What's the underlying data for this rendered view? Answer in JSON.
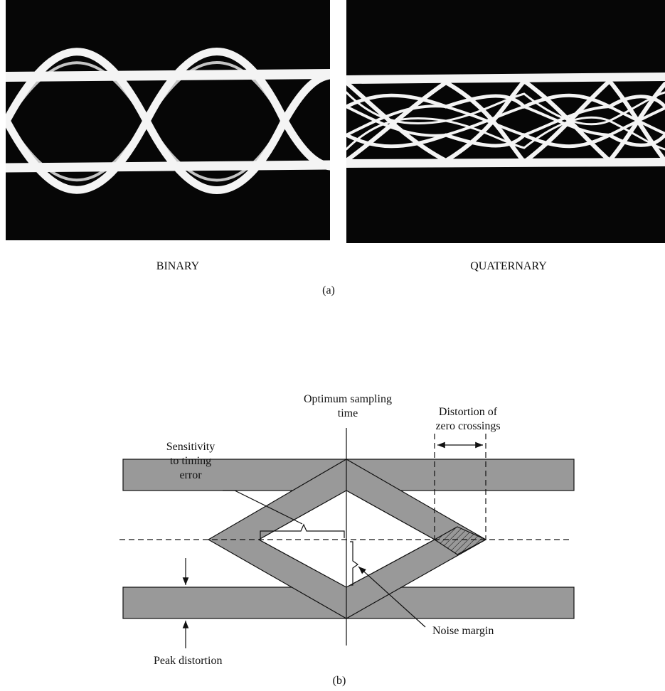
{
  "part_a": {
    "left_label": "BINARY",
    "right_label": "QUATERNARY",
    "sublabel": "(a)"
  },
  "part_b": {
    "sublabel": "(b)",
    "annotations": {
      "optimum_sampling_line1": "Optimum sampling",
      "optimum_sampling_line2": "time",
      "sensitivity_line1": "Sensitivity",
      "sensitivity_line2": "to timing",
      "sensitivity_line3": "error",
      "distortion_line1": "Distortion of",
      "distortion_line2": "zero crossings",
      "noise_margin": "Noise margin",
      "peak_distortion": "Peak distortion"
    },
    "colors": {
      "band_fill": "#999999",
      "outline": "#111111",
      "background": "#ffffff"
    }
  }
}
